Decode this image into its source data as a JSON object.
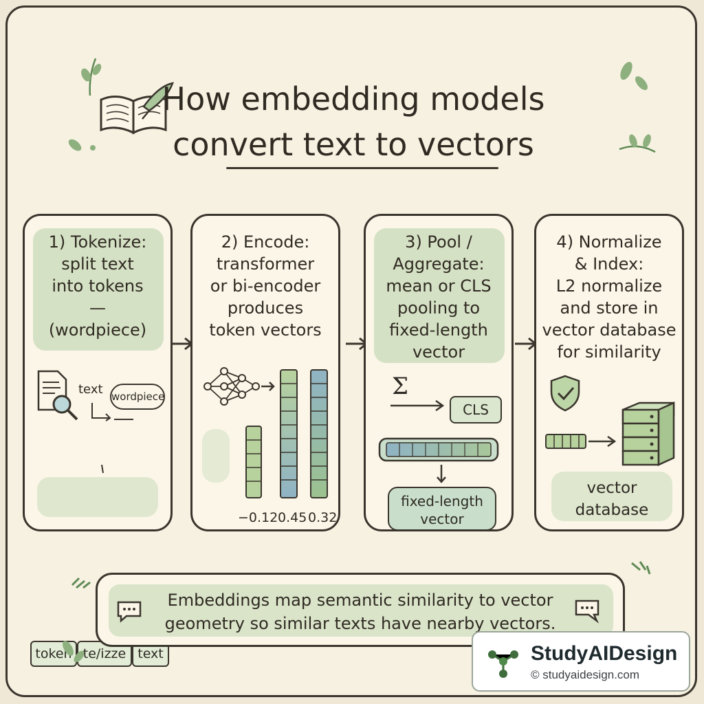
{
  "title": {
    "line1": "How embedding models",
    "line2": "convert text to vectors"
  },
  "steps": [
    {
      "heading": [
        "1) Tokenize:",
        "split text",
        "into tokens",
        "—",
        "(wordpiece)"
      ],
      "illustration": {
        "doc_icon": "document-search-icon",
        "text_label": "text",
        "bubble_label": "wordpiece",
        "tokens": [
          "token",
          "te/izze",
          "text"
        ]
      }
    },
    {
      "heading": [
        "2) Encode:",
        "transformer",
        "or bi-encoder",
        "produces",
        "token vectors"
      ],
      "illustration": {
        "network_icon": "neural-network-icon",
        "values": [
          "−0.12",
          "0.45",
          "0.32"
        ]
      }
    },
    {
      "heading": [
        "3) Pool /",
        "Aggregate:",
        "mean or CLS",
        "pooling to",
        "fixed-length",
        "vector"
      ],
      "illustration": {
        "sum_symbol": "Σ",
        "cls_label": "CLS",
        "output_label": [
          "fixed-length",
          "vector"
        ]
      }
    },
    {
      "heading": [
        "4) Normalize",
        "& Index:",
        "L2 normalize",
        "and store in",
        "vector database",
        "for similarity"
      ],
      "illustration": {
        "shield_icon": "shield-check-icon",
        "database_icon": "server-stack-icon",
        "db_label": [
          "vector",
          "database"
        ]
      }
    }
  ],
  "note": {
    "line1": "Embeddings map semantic similarity to vector",
    "line2": "geometry so similar texts have nearby vectors.",
    "icon": "speech-bubble-icon"
  },
  "badge": {
    "brand": "StudyAIDesign",
    "url": "© studyaidesign.com",
    "logo_icon": "molecule-logo-icon"
  },
  "colors": {
    "ink": "#3a352d",
    "paper": "#f7f1e1",
    "green_wash": "#b6cfa5",
    "vector_blue": "#8fb3c4"
  }
}
